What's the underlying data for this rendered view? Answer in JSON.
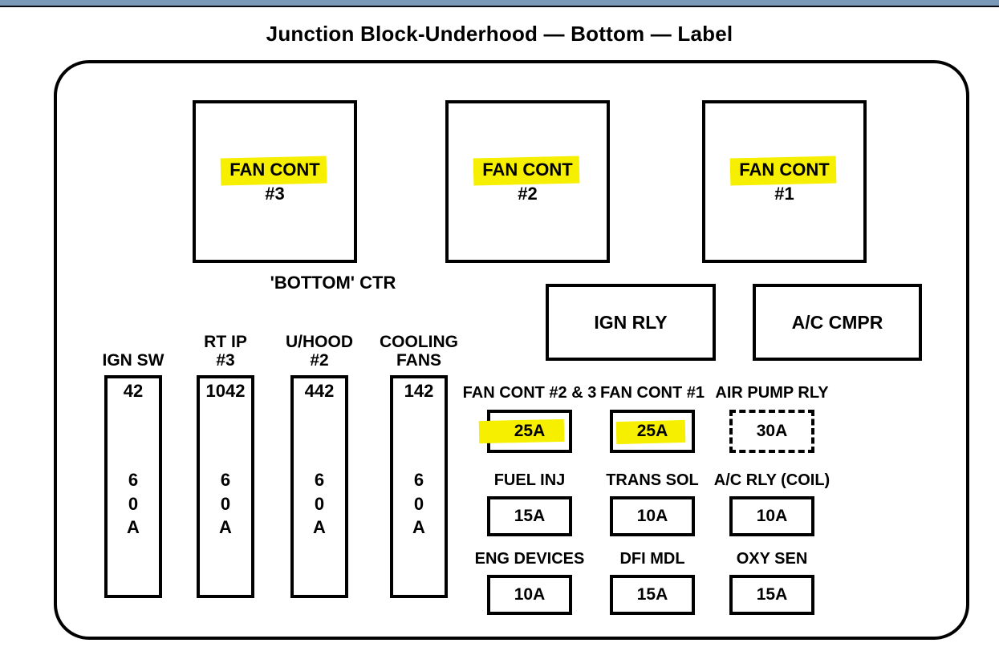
{
  "colors": {
    "top_bar": "#7A99B8",
    "highlight": "#F6EF00",
    "line": "#000000"
  },
  "title": "Junction Block-Underhood — Bottom — Label",
  "relay_squares": [
    {
      "name": "FAN CONT",
      "number": "#3"
    },
    {
      "name": "FAN CONT",
      "number": "#2"
    },
    {
      "name": "FAN CONT",
      "number": "#1"
    }
  ],
  "bottom_center_label": "'BOTTOM' CTR",
  "relays": [
    {
      "label": "IGN RLY"
    },
    {
      "label": "A/C CMPR"
    }
  ],
  "maxi_fuses": [
    {
      "label1": "IGN SW",
      "label2": "",
      "circuit": "42",
      "amp1": "6",
      "amp2": "0",
      "amp3": "A"
    },
    {
      "label1": "RT IP",
      "label2": "#3",
      "circuit": "1042",
      "amp1": "6",
      "amp2": "0",
      "amp3": "A"
    },
    {
      "label1": "U/HOOD",
      "label2": "#2",
      "circuit": "442",
      "amp1": "6",
      "amp2": "0",
      "amp3": "A"
    },
    {
      "label1": "COOLING",
      "label2": "FANS",
      "circuit": "142",
      "amp1": "6",
      "amp2": "0",
      "amp3": "A"
    }
  ],
  "fuses": [
    {
      "label": "FAN CONT #2 & 3",
      "rating": "25A"
    },
    {
      "label": "FAN CONT #1",
      "rating": "25A"
    },
    {
      "label": "AIR PUMP RLY",
      "rating": "30A"
    },
    {
      "label": "FUEL INJ",
      "rating": "15A"
    },
    {
      "label": "TRANS SOL",
      "rating": "10A"
    },
    {
      "label": "A/C RLY (COIL)",
      "rating": "10A"
    },
    {
      "label": "ENG DEVICES",
      "rating": "10A"
    },
    {
      "label": "DFI MDL",
      "rating": "15A"
    },
    {
      "label": "OXY SEN",
      "rating": "15A"
    }
  ]
}
